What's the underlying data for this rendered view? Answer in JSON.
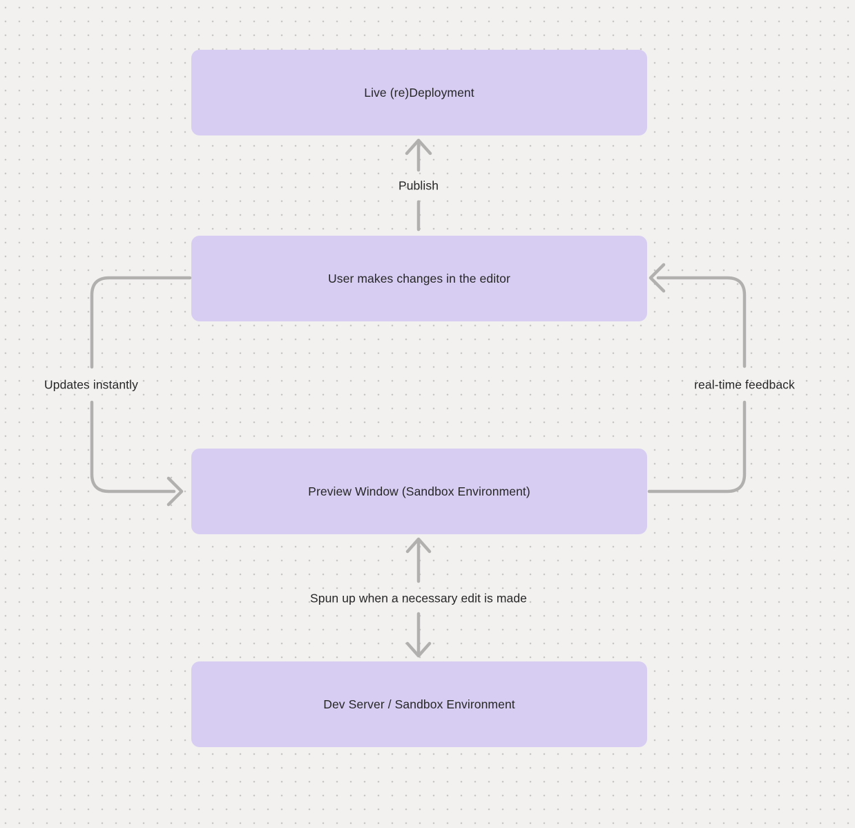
{
  "diagram": {
    "nodes": [
      {
        "id": "live-redeployment",
        "label": "Live (re)Deployment"
      },
      {
        "id": "user-editor",
        "label": "User makes changes in the editor"
      },
      {
        "id": "preview-window",
        "label": "Preview Window (Sandbox Environment)"
      },
      {
        "id": "dev-server",
        "label": "Dev Server / Sandbox Environment"
      }
    ],
    "edges": [
      {
        "id": "publish",
        "label": "Publish",
        "from": "user-editor",
        "to": "live-redeployment",
        "direction": "up"
      },
      {
        "id": "updates-instantly",
        "label": "Updates instantly",
        "from": "user-editor",
        "to": "preview-window",
        "direction": "down-left-loop"
      },
      {
        "id": "real-time-feedback",
        "label": "real-time feedback",
        "from": "preview-window",
        "to": "user-editor",
        "direction": "up-right-loop"
      },
      {
        "id": "spun-up",
        "label": "Spun up when a necessary edit is made",
        "from": "preview-window",
        "to": "dev-server",
        "direction": "both"
      }
    ],
    "colors": {
      "background": "#f2f1f0",
      "grid_dot": "#c8c6c4",
      "node_fill": "#d7cdf3",
      "edge_stroke": "#b2b0ae",
      "text": "#262626"
    }
  }
}
